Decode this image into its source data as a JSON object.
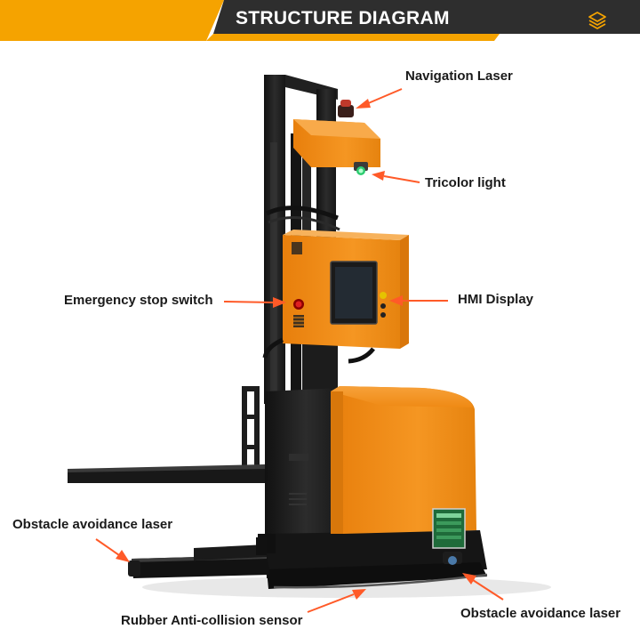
{
  "header": {
    "title": "STRUCTURE DIAGRAM",
    "icon": "layers-icon",
    "colors": {
      "band": "#f5a300",
      "dark": "#2e2e2e",
      "icon": "#f5a300"
    }
  },
  "diagram": {
    "subject": "autonomous-forklift-stacker",
    "colors": {
      "body": "#f08c12",
      "chassis": "#1f1f1f",
      "arrow": "#ff5a28"
    },
    "labels": [
      "Navigation Laser",
      "Tricolor light",
      "Emergency stop switch",
      "HMI Display",
      "Obstacle avoidance laser",
      "Rubber Anti-collision sensor",
      "Obstacle avoidance laser"
    ]
  }
}
